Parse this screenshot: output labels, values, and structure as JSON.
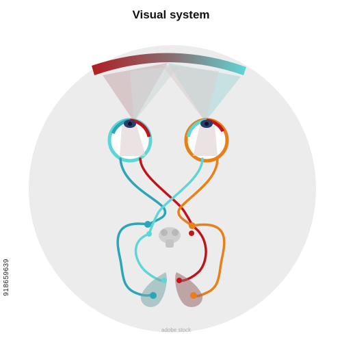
{
  "title": "Visual system",
  "image_id": "918659639",
  "watermark": "adobe stock",
  "colors": {
    "left_field": "#b01e24",
    "right_field": "#5fd6d6",
    "left_nerve_dark": "#2aa6b8",
    "left_nerve_light": "#5fd6d6",
    "right_nerve_red": "#c0141c",
    "right_nerve_orange": "#e8801a",
    "background_circle": "#ececec"
  },
  "icons": [
    "left-eye-icon",
    "right-eye-icon",
    "optic-chiasm-icon",
    "visual-cortex-icon"
  ]
}
